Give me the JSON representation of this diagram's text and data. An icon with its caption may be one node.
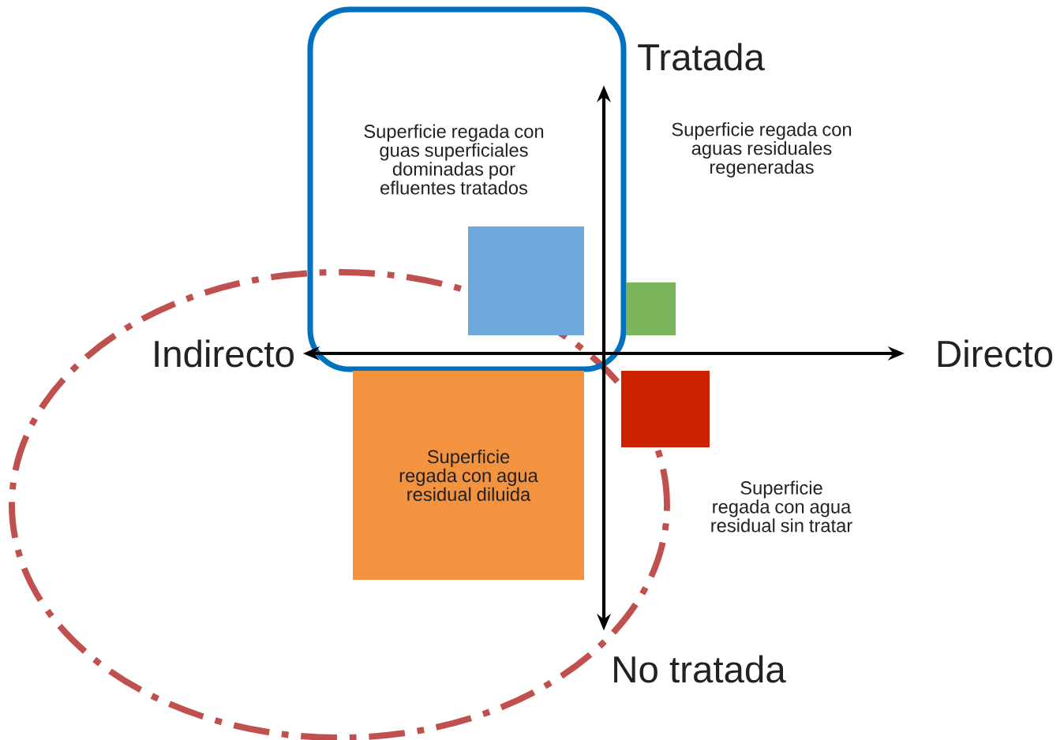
{
  "diagram": {
    "nodes": [
      {
        "text": [
          "Tratada"
        ]
      },
      {
        "text": [],
        "shape": "box"
      },
      {
        "text": [],
        "shape": "box"
      },
      {
        "text": [
          "Indirecto"
        ]
      },
      {
        "text": [
          "Directo"
        ]
      },
      {
        "text": [
          "Superficie regada con agua residual diluida"
        ]
      },
      {
        "text": [],
        "shape": "box"
      },
      {
        "text": [
          "No tratada"
        ]
      }
    ],
    "edges": [
      {
        "from": 3,
        "to": 4,
        "arrow": "both"
      },
      {
        "from": 0,
        "to": 7,
        "arrow": "both"
      }
    ],
    "labels": [
      "Superficie regada con guas superficiales dominadas por efluentes tratados",
      "Superficie regada con aguas residuales regeneradas",
      "Superficie regada con agua residual sin tratar"
    ]
  }
}
